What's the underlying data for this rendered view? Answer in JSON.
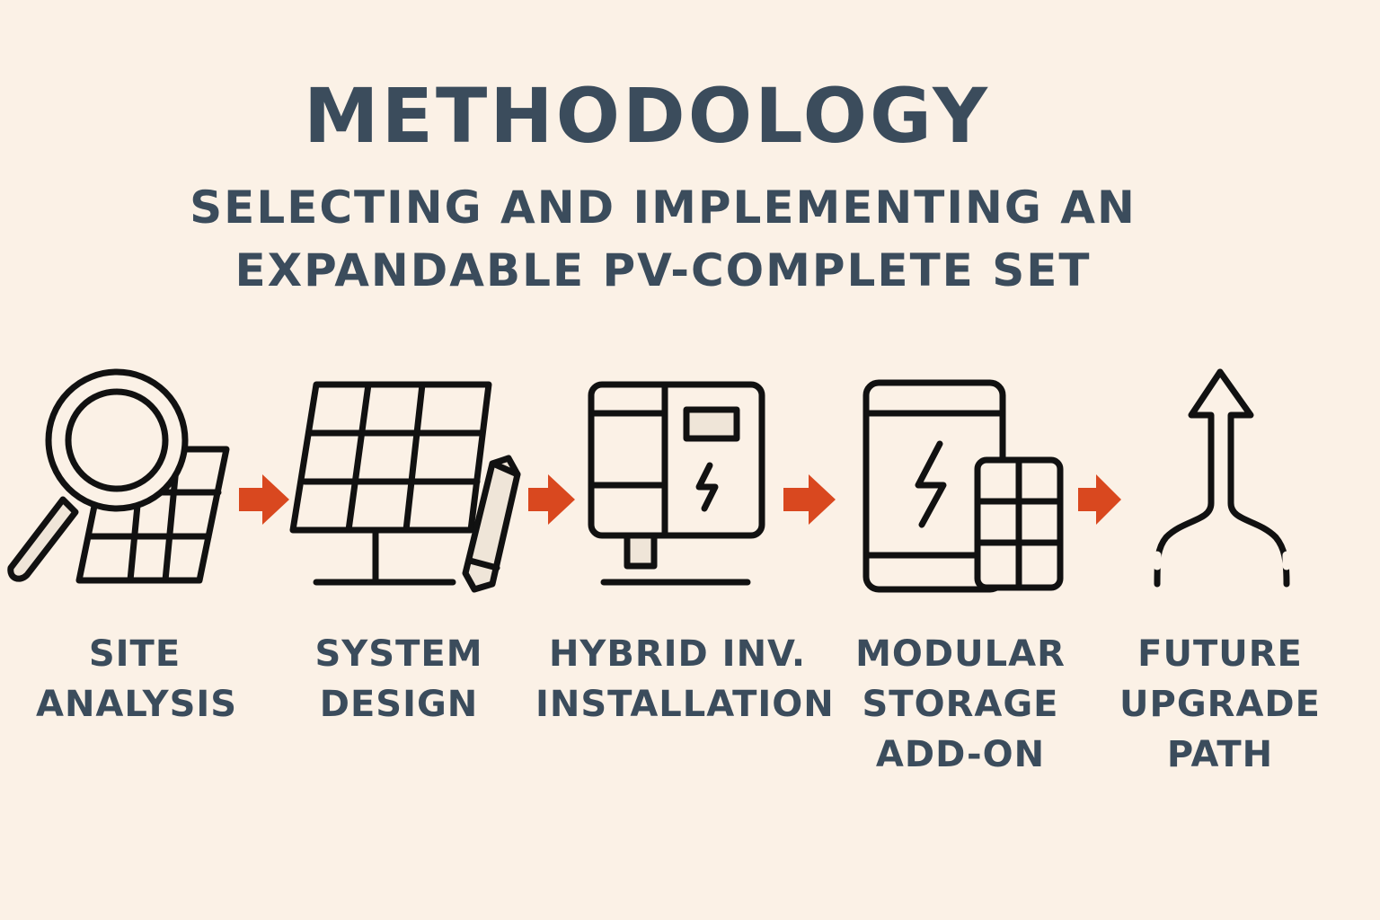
{
  "title": "METHODOLOGY",
  "subtitle": {
    "line1": "SELECTING AND IMPLEMENTING AN",
    "line2": "EXPANDABLE PV-COMPLETE SET"
  },
  "colors": {
    "background": "#fbf1e6",
    "text": "#3b4c5c",
    "stroke": "#111111",
    "arrow": "#d9481f",
    "fill": "#efe5d8"
  },
  "steps": [
    {
      "icon": "magnifier-over-solar-panel-icon",
      "lines": [
        "SITE",
        "ANALYSIS"
      ]
    },
    {
      "icon": "solar-panel-with-pencil-icon",
      "lines": [
        "SYSTEM",
        "DESIGN"
      ]
    },
    {
      "icon": "hybrid-inverter-icon",
      "lines": [
        "HYBRID INV.",
        "INSTALLATION"
      ]
    },
    {
      "icon": "battery-storage-module-icon",
      "lines": [
        "MODULAR",
        "STORAGE",
        "ADD-ON"
      ]
    },
    {
      "icon": "upgrade-path-arrow-icon",
      "lines": [
        "FUTURE",
        "UPGRADE",
        "PATH"
      ]
    }
  ],
  "connectors": [
    "arrow-icon",
    "arrow-icon",
    "arrow-icon",
    "arrow-icon"
  ]
}
